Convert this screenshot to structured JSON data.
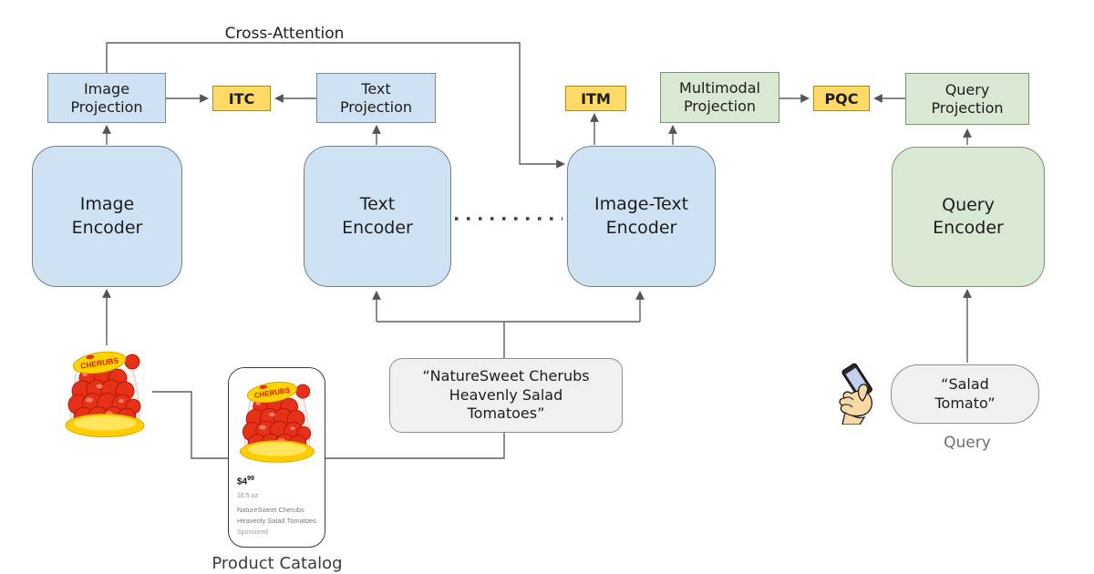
{
  "palette": {
    "blue_fill": "#cfe2f3",
    "green_fill": "#d9e8d2",
    "yellow_fill": "#ffd966",
    "gray_fill": "#f0f0f0",
    "line": "#5f5f5f",
    "text": "#1c1c1c"
  },
  "icons": {
    "tomato_product": "cherry-tomato-container-image",
    "phone_in_hand": "hand-holding-smartphone-icon"
  },
  "labels": {
    "cross_attention": "Cross-Attention",
    "query": "Query",
    "product_catalog": "Product Catalog"
  },
  "row": {
    "image_projection": {
      "lines": [
        "Image",
        "Projection"
      ]
    },
    "itc": {
      "label": "ITC"
    },
    "text_projection": {
      "lines": [
        "Text",
        "Projection"
      ]
    },
    "itm": {
      "label": "ITM"
    },
    "multimodal_projection": {
      "lines": [
        "Multimodal",
        "Projection"
      ]
    },
    "pqc": {
      "label": "PQC"
    },
    "query_projection": {
      "lines": [
        "Query",
        "Projection"
      ]
    }
  },
  "encoders": {
    "image": {
      "lines": [
        "Image",
        "Encoder"
      ]
    },
    "text": {
      "lines": [
        "Text",
        "Encoder"
      ]
    },
    "image_text": {
      "lines": [
        "Image-Text",
        "Encoder"
      ]
    },
    "query": {
      "lines": [
        "Query",
        "Encoder"
      ]
    }
  },
  "inputs": {
    "caption": {
      "lines": [
        "“NatureSweet Cherubs",
        "Heavenly Salad",
        "Tomatoes”"
      ]
    },
    "query_pill": {
      "lines": [
        "“Salad",
        "Tomato”"
      ]
    },
    "card": {
      "price_dollars": "$4",
      "price_cents": "99",
      "size": "16.5 oz",
      "name_line1": "NatureSweet Cherubs",
      "name_line2": "Heavenly Salad Tomatoes",
      "sponsored": "Sponsored"
    }
  }
}
